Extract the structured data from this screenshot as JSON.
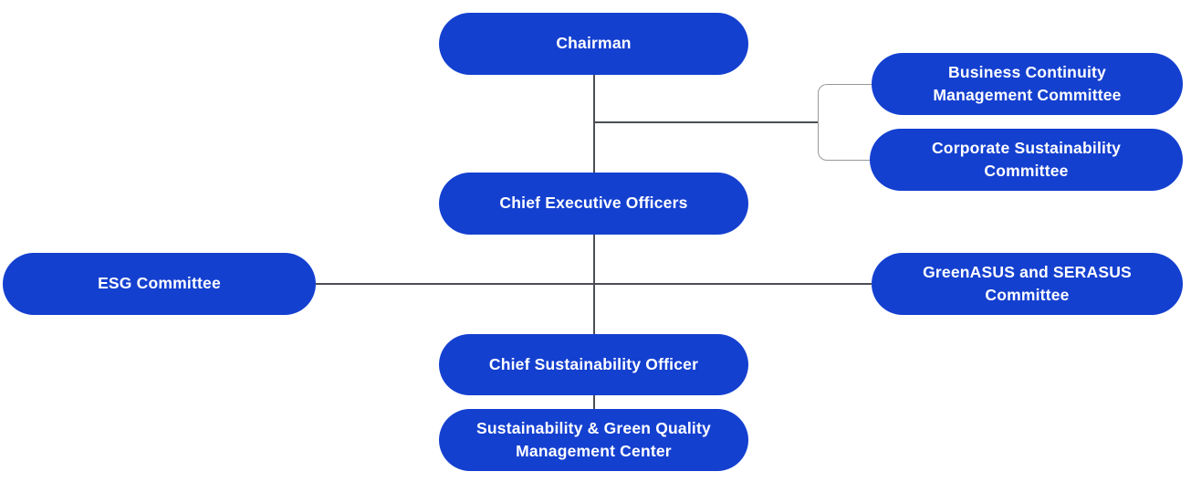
{
  "colors": {
    "node_bg": "#1440d0",
    "node_text": "#ffffff",
    "line_dark": "#4b4e55",
    "line_light": "#97989b",
    "background": "#ffffff"
  },
  "diagram": {
    "type": "org-chart",
    "nodes": [
      {
        "id": "chairman",
        "label": "Chairman"
      },
      {
        "id": "business-continuity-management-committee",
        "label": "Business Continuity Management Committee"
      },
      {
        "id": "corporate-sustainability-committee",
        "label": "Corporate Sustainability Committee"
      },
      {
        "id": "chief-executive-officers",
        "label": "Chief Executive Officers"
      },
      {
        "id": "esg-committee",
        "label": "ESG Committee"
      },
      {
        "id": "greenasus-serasus-committee",
        "label": "GreenASUS and SERASUS Committee"
      },
      {
        "id": "chief-sustainability-officer",
        "label": "Chief Sustainability Officer"
      },
      {
        "id": "sustainability-green-quality-management-center",
        "label": "Sustainability & Green Quality Management Center"
      }
    ],
    "edges": [
      {
        "from": "chairman",
        "to": "chief-executive-officers"
      },
      {
        "from": "chairman",
        "to": "business-continuity-management-committee"
      },
      {
        "from": "chairman",
        "to": "corporate-sustainability-committee"
      },
      {
        "from": "chief-executive-officers",
        "to": "esg-committee"
      },
      {
        "from": "chief-executive-officers",
        "to": "greenasus-serasus-committee"
      },
      {
        "from": "chief-executive-officers",
        "to": "chief-sustainability-officer"
      },
      {
        "from": "chief-sustainability-officer",
        "to": "sustainability-green-quality-management-center"
      }
    ]
  }
}
